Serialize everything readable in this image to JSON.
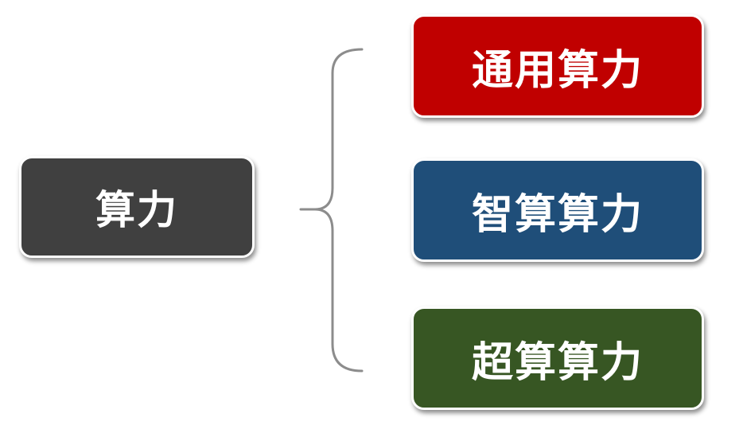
{
  "root": {
    "label": "算力",
    "color": "#404040"
  },
  "children": [
    {
      "label": "通用算力",
      "color": "#c00000"
    },
    {
      "label": "智算算力",
      "color": "#1f4e79"
    },
    {
      "label": "超算算力",
      "color": "#375623"
    }
  ],
  "connector": {
    "type": "brace",
    "color": "#8c8c8c"
  }
}
